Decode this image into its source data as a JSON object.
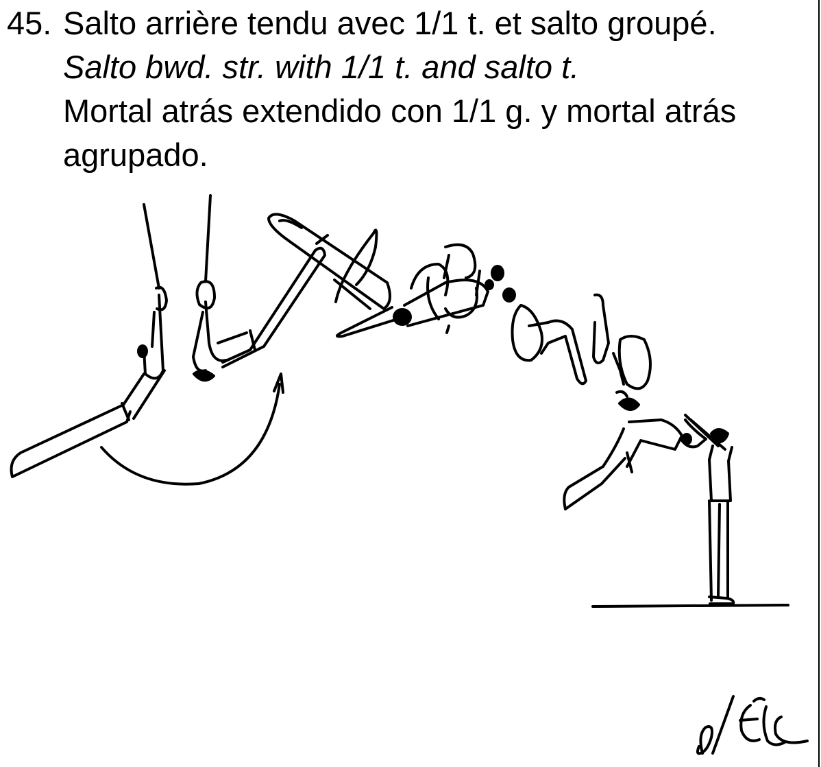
{
  "element": {
    "number": "45.",
    "french": "Salto arrière tendu avec 1/1 t. et salto groupé.",
    "english": "Salto bwd. str. with 1/1 t. and salto t.",
    "spanish_line1": "Mortal atrás extendido con 1/1 g. y mortal atrás",
    "spanish_line2": "agrupado."
  },
  "illustration": {
    "description_icon": "gymnast-rings-dismount-sequence",
    "signature": "ee-signature",
    "ink_color": "#000000"
  }
}
